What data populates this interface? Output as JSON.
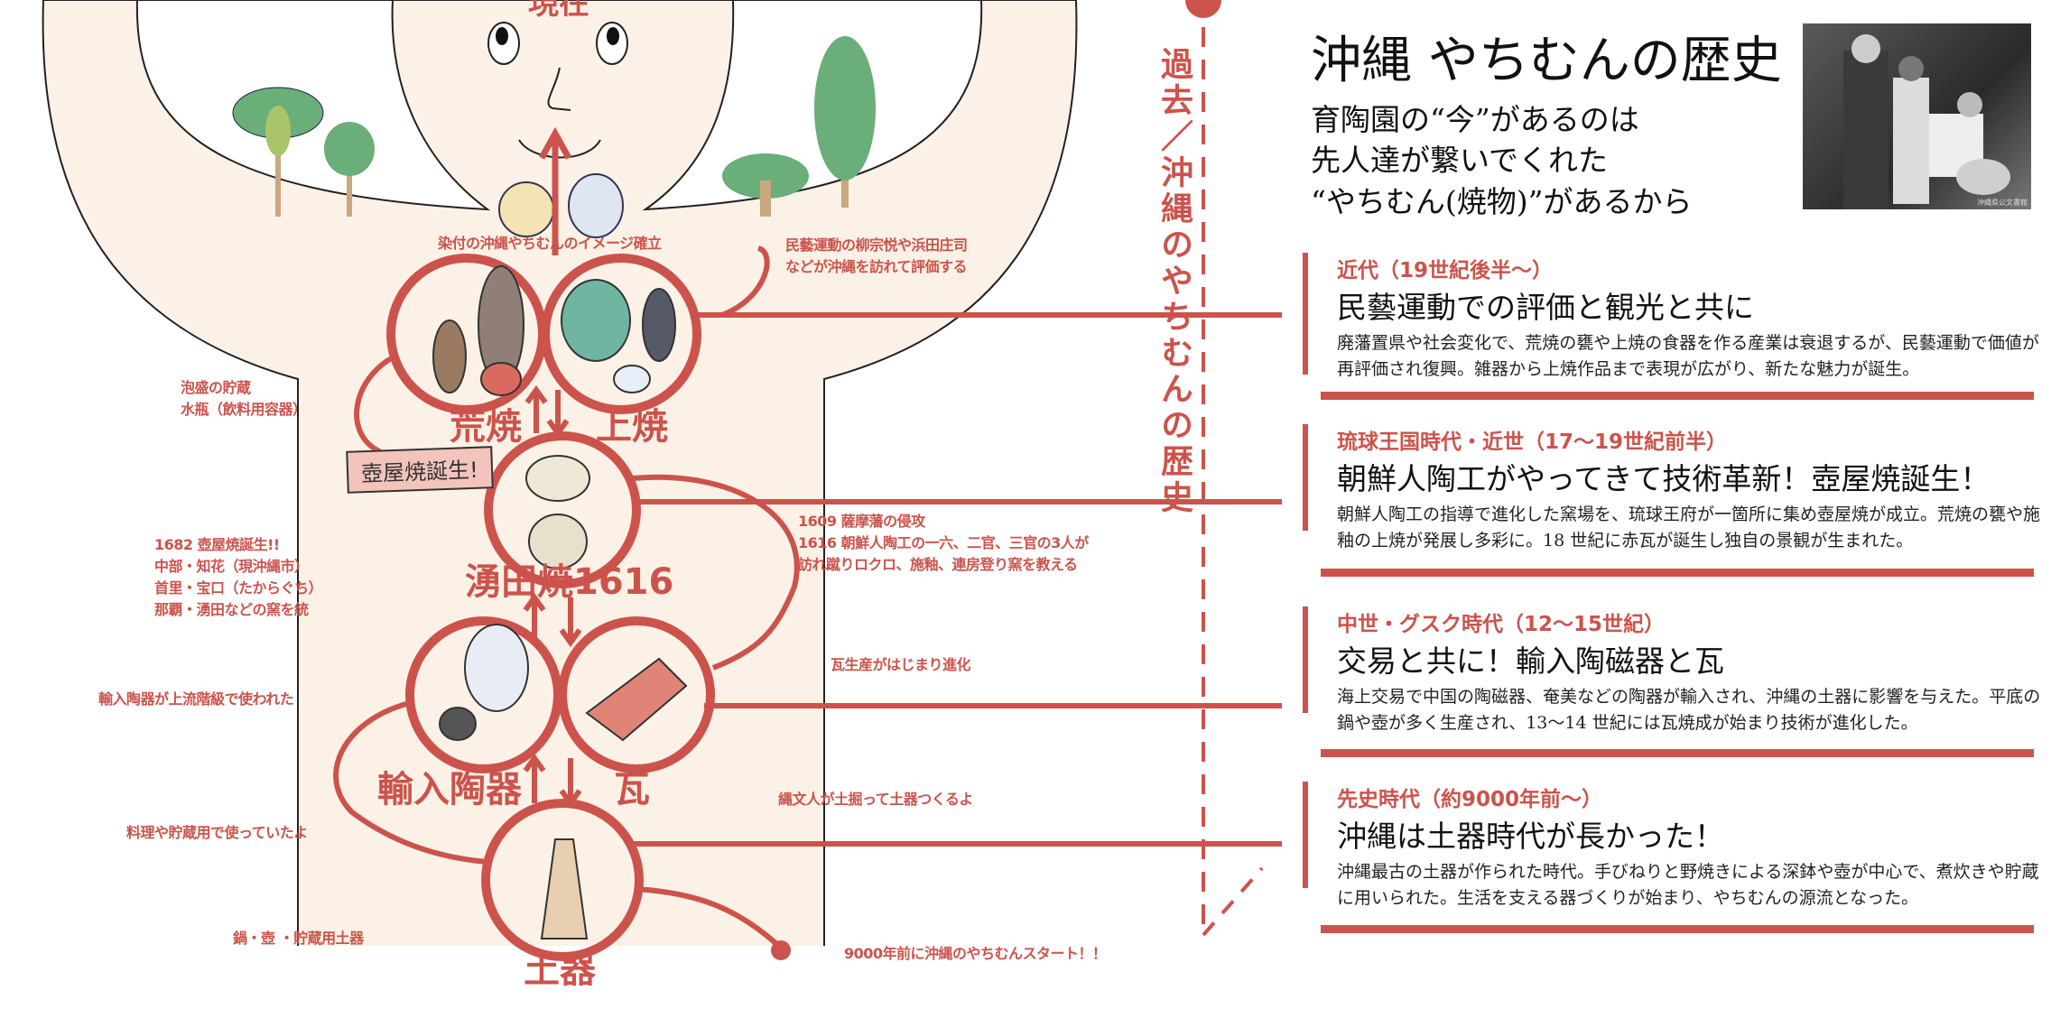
{
  "colors": {
    "accent": "#cc534c",
    "body_fill": "#fbf1e6"
  },
  "header": {
    "title": "沖縄 やちむんの歴史",
    "subtitle_lines": [
      "育陶園の“今”があるのは",
      "先人達が繋いでくれた",
      "“やちむん(焼物)”があるから"
    ],
    "photo_credit": "沖縄県公文書館"
  },
  "timeline_axis": {
    "label": "過去／沖縄のやちむんの歴史"
  },
  "illustration": {
    "top_label": "現在",
    "stages": {
      "arayachi": "荒焼",
      "joyachi": "上焼",
      "wakuta": "湧田焼1616",
      "imported": "輸入陶器",
      "kawara": "瓦",
      "doki": "土器"
    },
    "banner": "壺屋焼誕生!",
    "notes": {
      "sometsuke": "染付の沖縄やちむんのイメージ確立",
      "mingei": [
        "民藝運動の柳宗悦や浜田庄司",
        "などが沖縄を訪れて評価する"
      ],
      "awamori": [
        "泡盛の貯蔵",
        "水瓶（飲料用容器）"
      ],
      "tsuboya": [
        "1682 壺屋焼誕生!!",
        "中部・知花（現沖縄市）",
        "首里・宝口（たからぐち）",
        "那覇・湧田などの窯を統"
      ],
      "satsuma": [
        "1609 薩摩藩の侵攻",
        "1616 朝鮮人陶工の一六、二官、三官の3人が",
        "訪れ蹴りロクロ、施釉、連房登り窯を教える"
      ],
      "kawara_note": "瓦生産がはじまり進化",
      "imported_note": "輸入陶器が上流階級で使われた",
      "jomon": "縄文人が土掘って土器つくるよ",
      "cooking": "料理や貯蔵用で使っていたよ",
      "nabe": "鍋・壺 ・貯蔵用土器",
      "start": "9000年前に沖縄のやちむんスタート！！"
    }
  },
  "sections": [
    {
      "era": "近代（19世紀後半〜）",
      "title": "民藝運動での評価と観光と共に",
      "body": "廃藩置県や社会変化で、荒焼の甕や上焼の食器を作る産業は衰退するが、民藝運動で価値が再評価され復興。雑器から上焼作品まで表現が広がり、新たな魅力が誕生。"
    },
    {
      "era": "琉球王国時代・近世（17〜19世紀前半）",
      "title": "朝鮮人陶工がやってきて技術革新！壺屋焼誕生！",
      "body": "朝鮮人陶工の指導で進化した窯場を、琉球王府が一箇所に集め壺屋焼が成立。荒焼の甕や施釉の上焼が発展し多彩に。18 世紀に赤瓦が誕生し独自の景観が生まれた。"
    },
    {
      "era": "中世・グスク時代（12〜15世紀）",
      "title": "交易と共に！輸入陶磁器と瓦",
      "body": "海上交易で中国の陶磁器、奄美などの陶器が輸入され、沖縄の土器に影響を与えた。平底の鍋や壺が多く生産され、13〜14 世紀には瓦焼成が始まり技術が進化した。"
    },
    {
      "era": "先史時代（約9000年前〜）",
      "title": "沖縄は土器時代が長かった！",
      "body": "沖縄最古の土器が作られた時代。手びねりと野焼きによる深鉢や壺が中心で、煮炊きや貯蔵に用いられた。生活を支える器づくりが始まり、やちむんの源流となった。"
    }
  ]
}
